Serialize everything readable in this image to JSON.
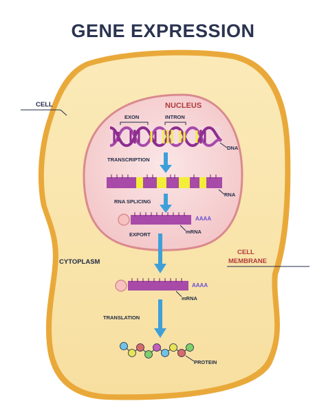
{
  "title": "GENE EXPRESSION",
  "labels": {
    "cell": "CELL",
    "nucleus": "NUCLEUS",
    "exon": "EXON",
    "intron": "INTRON",
    "dna": "DNA",
    "transcription": "TRANSCRIPTION",
    "rna": "RNA",
    "rna_splicing": "RNA SPLICING",
    "mrna_nucleus": "mRNA",
    "poly_a_nucleus": "AAAA",
    "export": "EXPORT",
    "cytoplasm": "CYTOPLASM",
    "cell_membrane_line1": "CELL",
    "cell_membrane_line2": "MEMBRANE",
    "mrna_cytoplasm": "mRNA",
    "poly_a_cytoplasm": "AAAA",
    "translation": "TRANSLATION",
    "protein": "PROTEIN"
  },
  "colors": {
    "cytoplasm_fill": "#fbe9b7",
    "cell_membrane": "#e9a93a",
    "nucleus_fill": "#f7d6d7",
    "nucleus_border": "#d98a8e",
    "exon": "#8e2c8f",
    "intron": "#f2ee3a",
    "arrow": "#3fa0d9",
    "label_text": "#1f2a44",
    "nucleus_label": "#b03a3a"
  },
  "protein_bead_colors": [
    "#6fc3e6",
    "#e7e35a",
    "#d86a6a",
    "#7fcf6a",
    "#c35fbd",
    "#6fc3e6",
    "#e7e35a",
    "#d86a6a",
    "#7fcf6a"
  ]
}
